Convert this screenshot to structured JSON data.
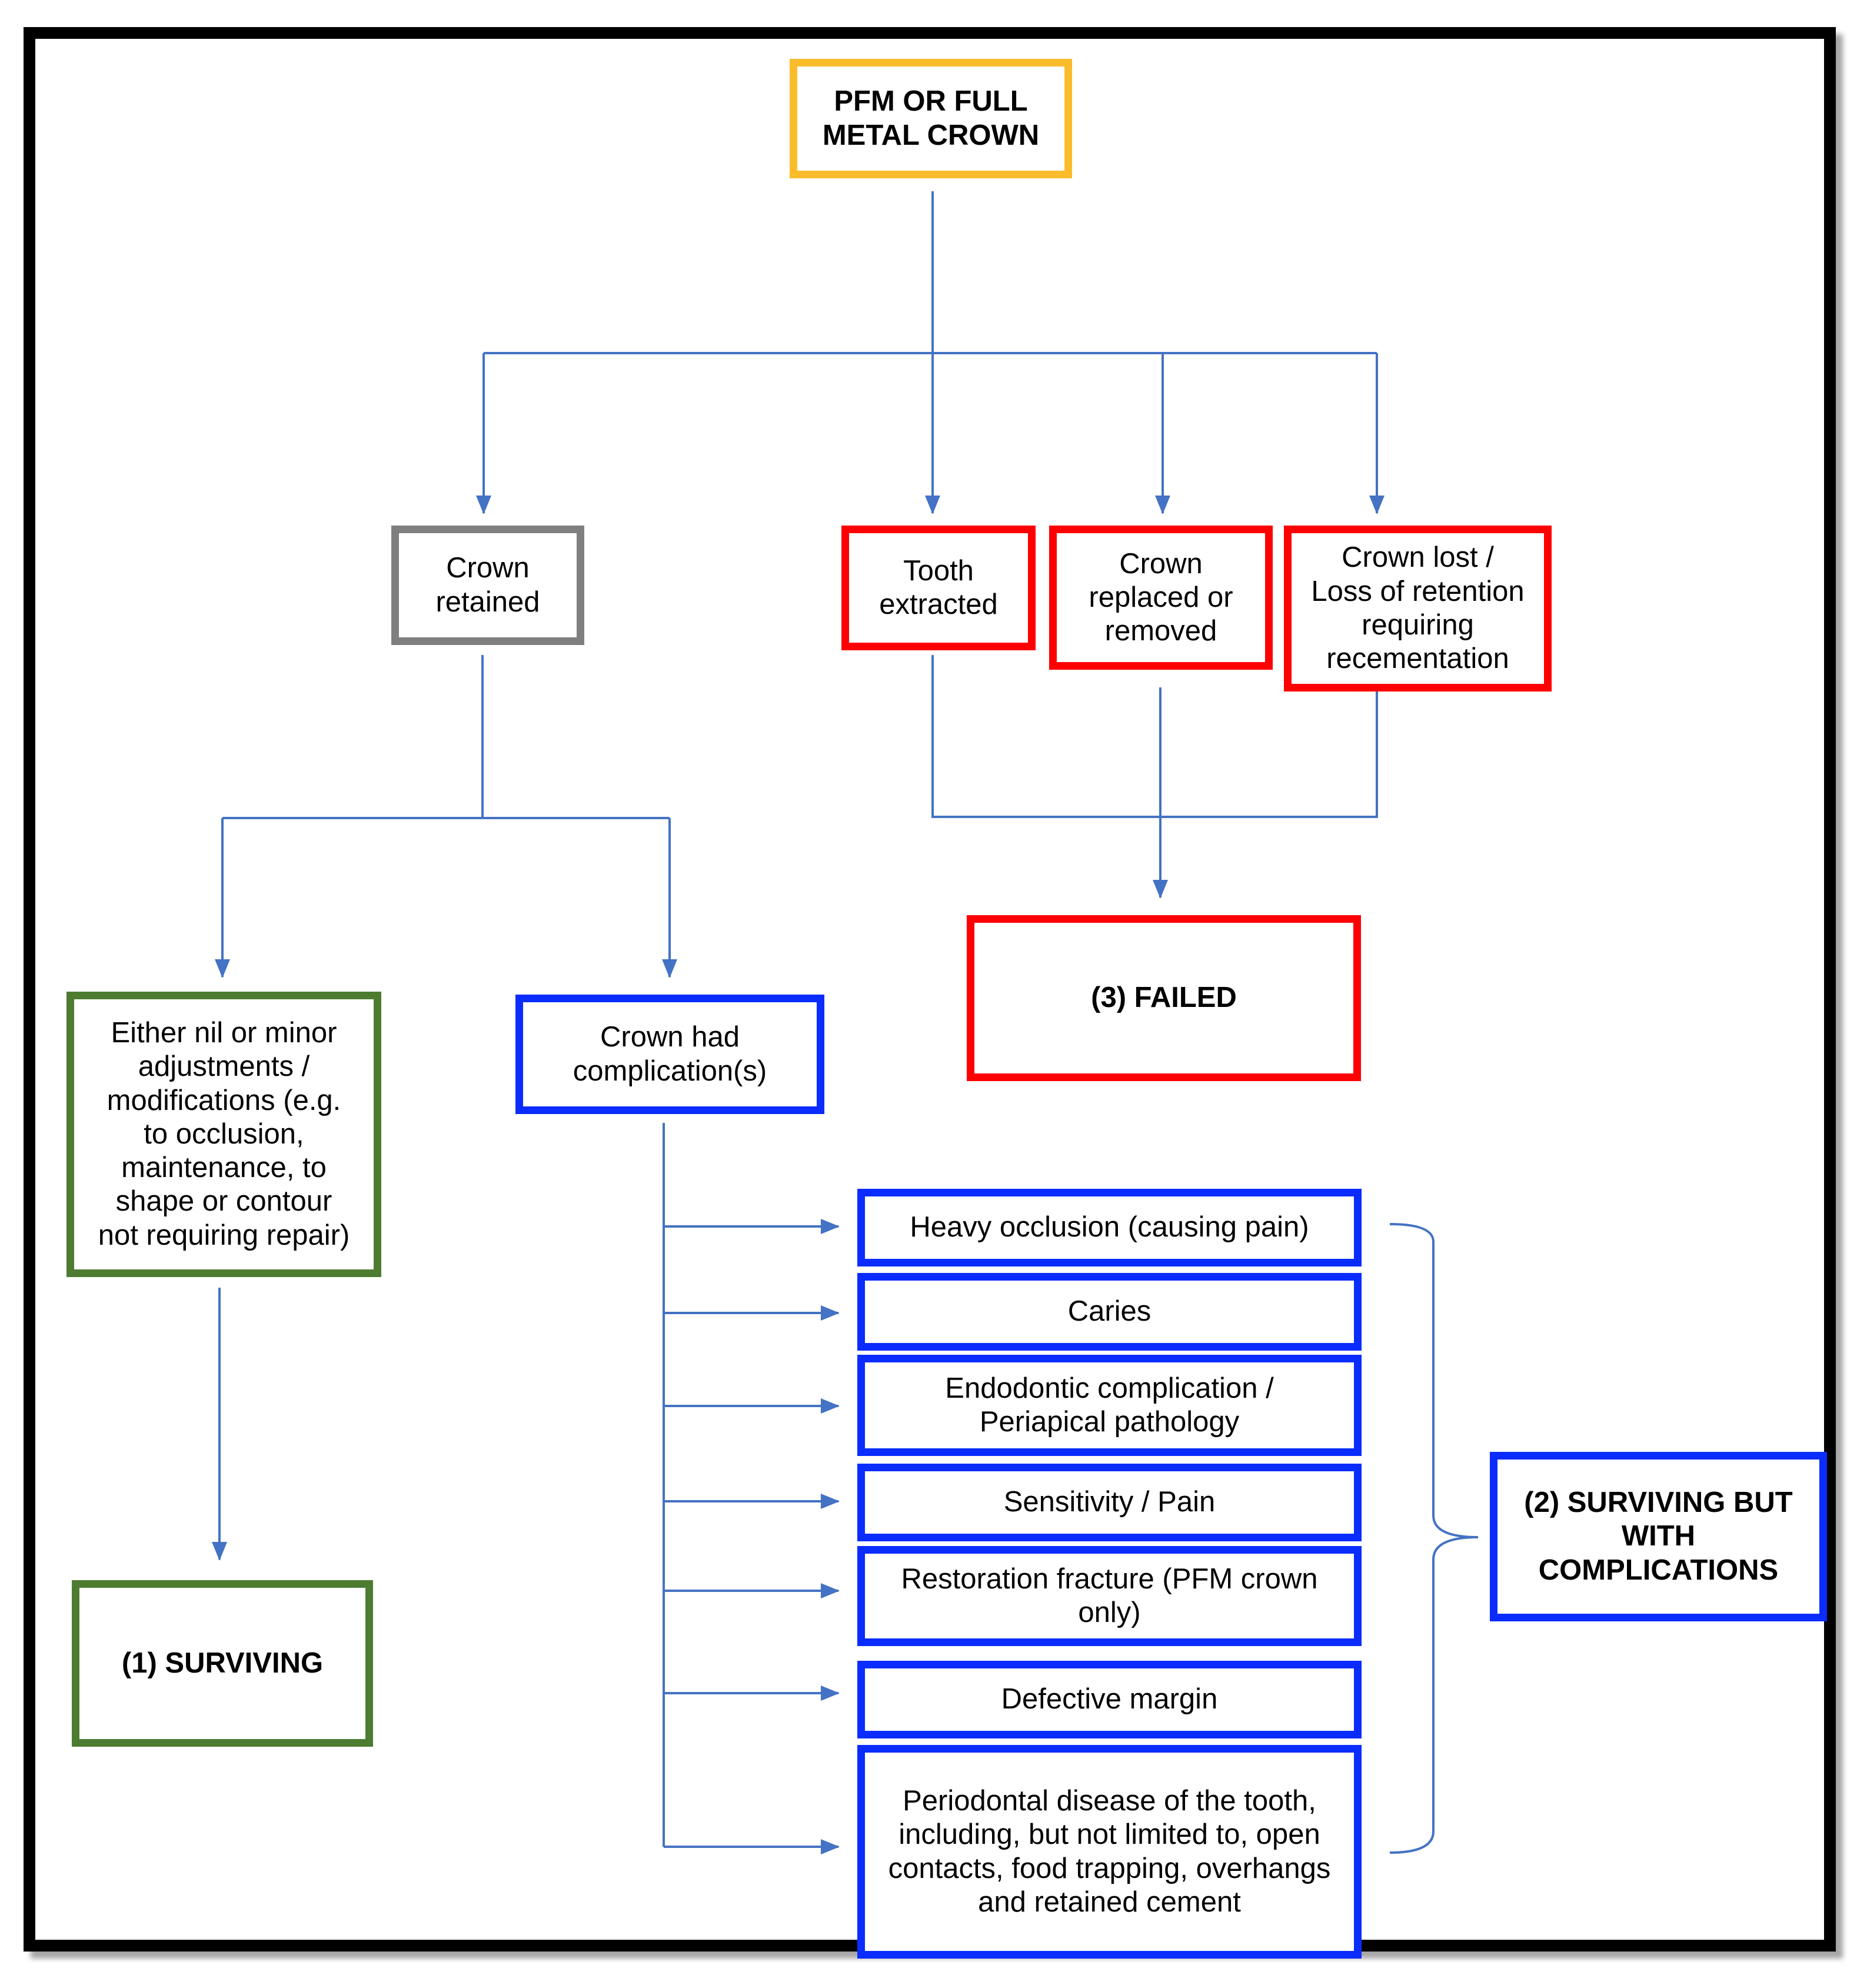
{
  "nodes": {
    "root": "PFM OR FULL\nMETAL CROWN",
    "crown_retained": "Crown\nretained",
    "tooth_extracted": "Tooth\nextracted",
    "crown_replaced": "Crown\nreplaced or\nremoved",
    "crown_lost": "Crown lost /\nLoss of retention\nrequiring\nrecementation",
    "failed": "(3) FAILED",
    "nil_minor": "Either nil or minor\nadjustments /\nmodifications (e.g.\nto occlusion,\nmaintenance, to\nshape or contour\nnot requiring repair)",
    "crown_had_complications": "Crown had\ncomplication(s)",
    "surviving": "(1) SURVIVING",
    "surviving_complications": "(2) SURVIVING BUT\nWITH\nCOMPLICATIONS"
  },
  "complications": [
    "Heavy occlusion (causing pain)",
    "Caries",
    "Endodontic complication /\nPeriapical pathology",
    "Sensitivity / Pain",
    "Restoration fracture (PFM crown\nonly)",
    "Defective margin",
    "Periodontal disease of the tooth,\nincluding, but not limited to, open\ncontacts, food trapping, overhangs\nand retained cement"
  ],
  "colors": {
    "connector": "#4472c4",
    "root_border": "#fbbc2c",
    "retained_border": "#7f7f7f",
    "failed_border": "#ff0000",
    "surviving_border": "#4d7c31",
    "complication_border": "#0a2cff"
  }
}
